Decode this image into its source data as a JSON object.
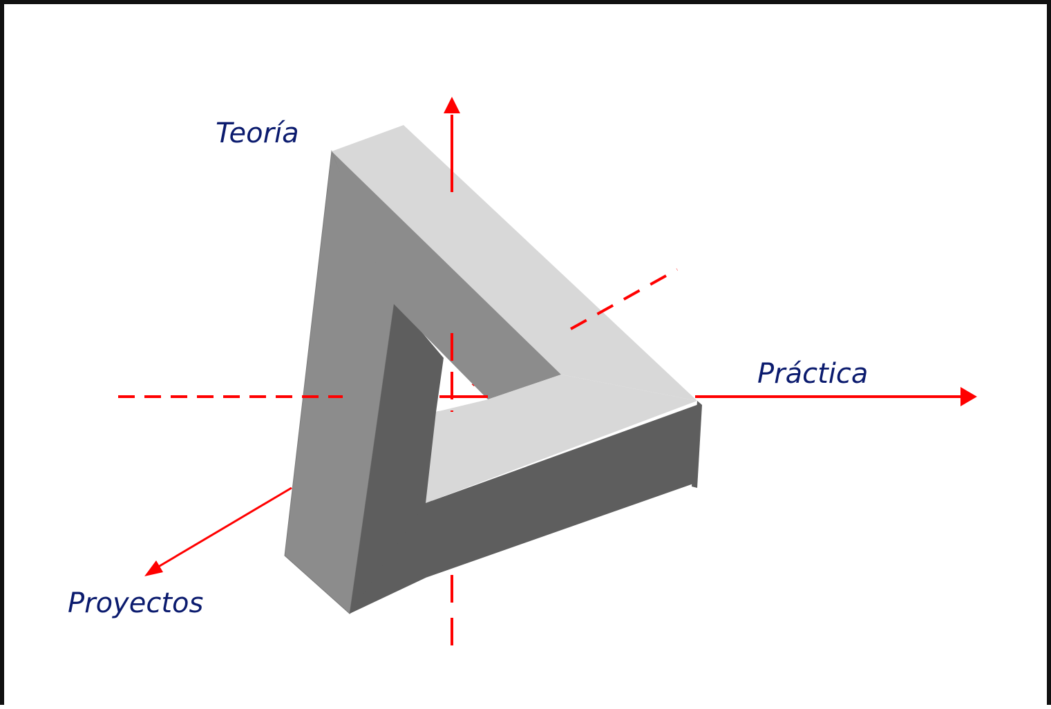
{
  "diagram": {
    "labels": {
      "theory": "Teoría",
      "practice": "Práctica",
      "projects": "Proyectos"
    },
    "colors": {
      "axis": "#ff0000",
      "label": "#0b1b6e",
      "face_light": "#d8d8d8",
      "face_mid": "#8c8c8c",
      "face_dark": "#5e5e5e",
      "frame": "#111111"
    }
  }
}
